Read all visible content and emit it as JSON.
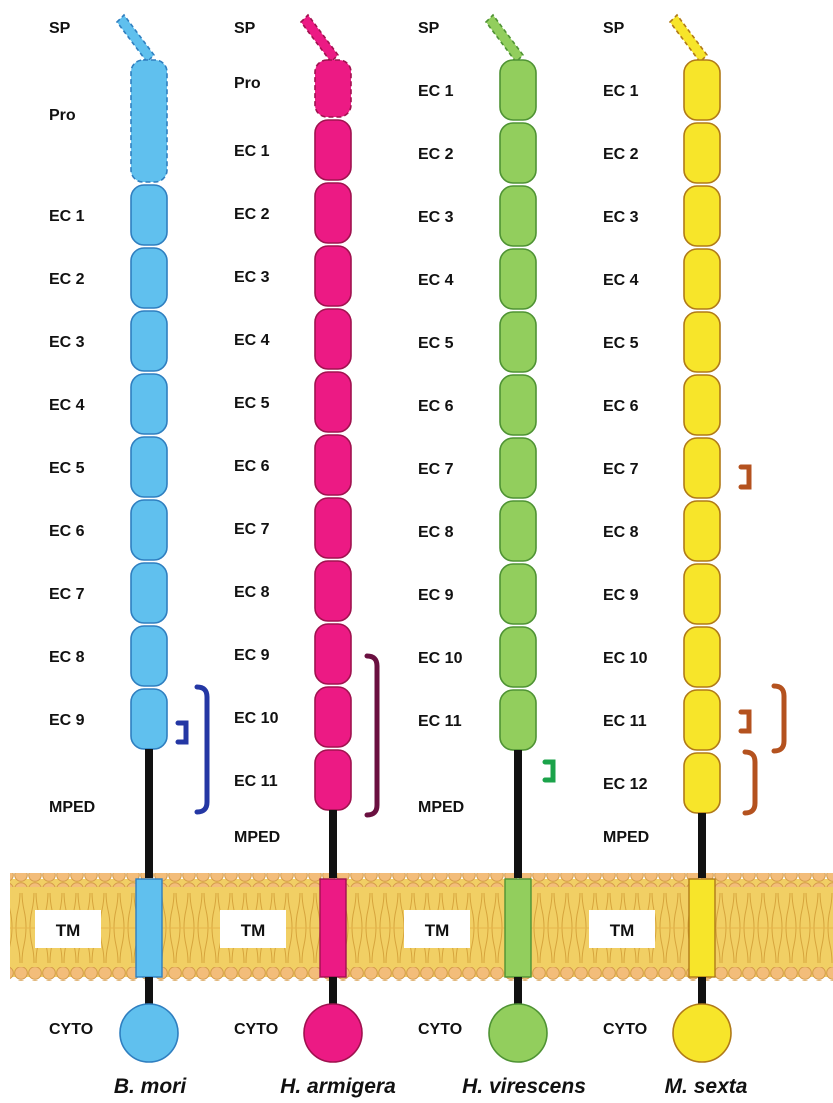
{
  "colors": {
    "membrane_fill": "#f1cf64",
    "membrane_bead": "#f3bd7a",
    "membrane_bead_stroke": "#d49a48",
    "stalk": "#111111"
  },
  "labels": {
    "sp": "SP",
    "pro": "Pro",
    "mped": "MPED",
    "tm": "TM",
    "cyto": "CYTO"
  },
  "proteins": [
    {
      "species": "B. mori",
      "fill": "#60c0ee",
      "stroke": "#2f7fc0",
      "has_pro": true,
      "ec_domains": [
        "EC 1",
        "EC 2",
        "EC 3",
        "EC 4",
        "EC 5",
        "EC 6",
        "EC 7",
        "EC 8",
        "EC 9"
      ],
      "bracket_color": "#2437a4"
    },
    {
      "species": "H. armigera",
      "fill": "#ec1a84",
      "stroke": "#a0124f",
      "has_pro": true,
      "ec_domains": [
        "EC 1",
        "EC 2",
        "EC 3",
        "EC 4",
        "EC 5",
        "EC 6",
        "EC 7",
        "EC 8",
        "EC 9",
        "EC 10",
        "EC 11"
      ],
      "bracket_color": "#6a1040"
    },
    {
      "species": "H. virescens",
      "fill": "#92ce5d",
      "stroke": "#4f9334",
      "has_pro": false,
      "ec_domains": [
        "EC 1",
        "EC 2",
        "EC 3",
        "EC 4",
        "EC 5",
        "EC 6",
        "EC 7",
        "EC 8",
        "EC 9",
        "EC 10",
        "EC 11"
      ],
      "bracket_color": "#1ba34a"
    },
    {
      "species": "M. sexta",
      "fill": "#f7e52a",
      "stroke": "#b07a18",
      "has_pro": false,
      "ec_domains": [
        "EC 1",
        "EC 2",
        "EC 3",
        "EC 4",
        "EC 5",
        "EC 6",
        "EC 7",
        "EC 8",
        "EC 9",
        "EC 10",
        "EC 11",
        "EC 12"
      ],
      "bracket_color": "#b4521f"
    }
  ]
}
